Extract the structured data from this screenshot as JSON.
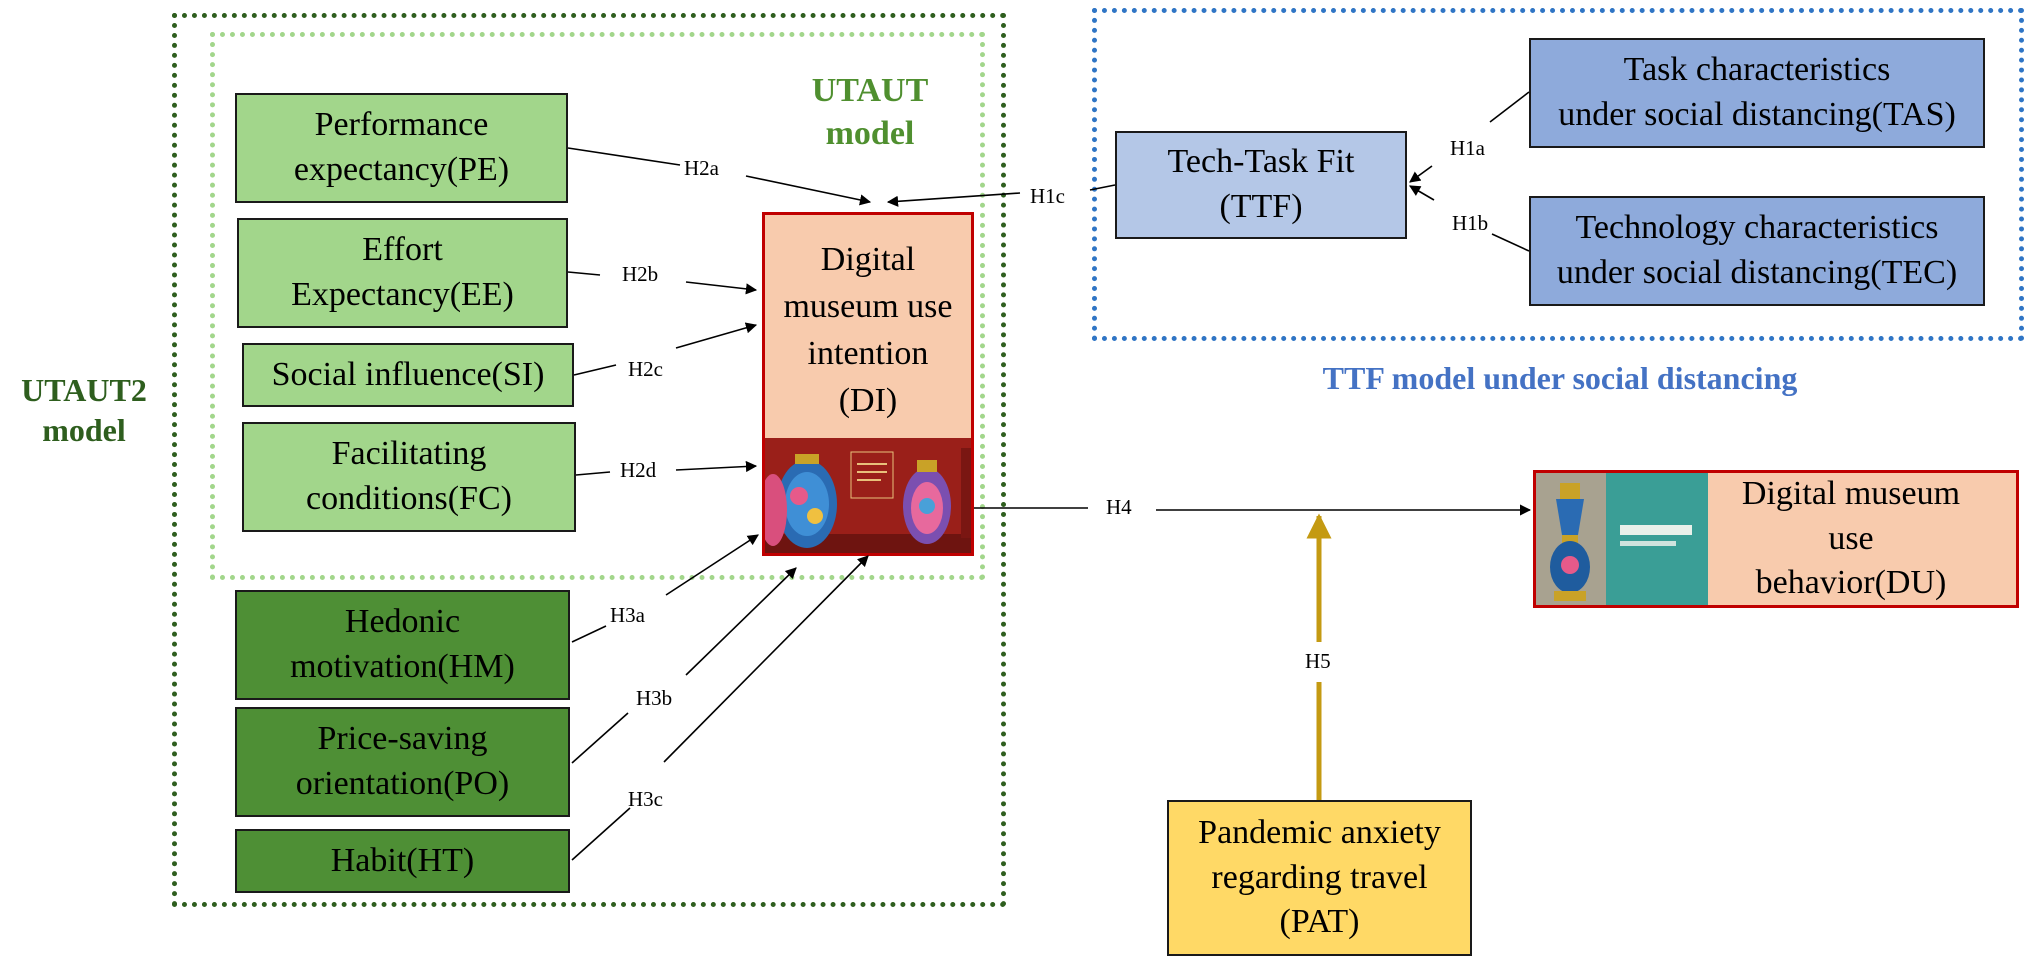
{
  "regions": {
    "utaut2": "UTAUT2\nmodel",
    "utaut": "UTAUT\nmodel",
    "ttf": "TTF model under social distancing"
  },
  "constructs": {
    "pe": "Performance\nexpectancy(PE)",
    "ee": "Effort\nExpectancy(EE)",
    "si": "Social influence(SI)",
    "fc": "Facilitating\nconditions(FC)",
    "hm": "Hedonic\nmotivation(HM)",
    "po": "Price-saving\norientation(PO)",
    "ht": "Habit(HT)",
    "di": "Digital\nmuseum use\nintention\n(DI)",
    "ttf": "Tech-Task Fit\n(TTF)",
    "tas": "Task characteristics\nunder social distancing(TAS)",
    "tec": "Technology characteristics\nunder social distancing(TEC)",
    "du": "Digital museum\nuse\nbehavior(DU)",
    "pat": "Pandemic anxiety\nregarding travel\n(PAT)"
  },
  "hypotheses": {
    "h1a": "H1a",
    "h1b": "H1b",
    "h1c": "H1c",
    "h2a": "H2a",
    "h2b": "H2b",
    "h2c": "H2c",
    "h2d": "H2d",
    "h3a": "H3a",
    "h3b": "H3b",
    "h3c": "H3c",
    "h4": "H4",
    "h5": "H5"
  },
  "colors": {
    "utaut2_border": "#2e5e1e",
    "utaut_border": "#a2d68b",
    "ttf_border": "#2f75c5",
    "utaut2_text": "#2e5e1e",
    "utaut_text": "#4f8f2f",
    "ttf_text": "#4472c4",
    "arrow_h5": "#c49a12",
    "di_border": "#c00000"
  }
}
